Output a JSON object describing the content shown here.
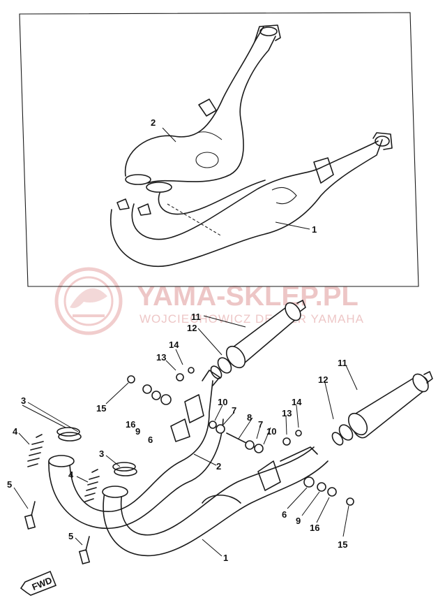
{
  "watermark": {
    "title": "YAMA-SKLEP.PL",
    "subtitle": "WOJCIECHOWICZ DEALER YAMAHA"
  },
  "fwd_label": "FWD",
  "callouts": [
    {
      "id": "c-2-top",
      "label": "2"
    },
    {
      "id": "c-1-top",
      "label": "1"
    },
    {
      "id": "c-11-a",
      "label": "11"
    },
    {
      "id": "c-12-a",
      "label": "12"
    },
    {
      "id": "c-14-a",
      "label": "14"
    },
    {
      "id": "c-13-a",
      "label": "13"
    },
    {
      "id": "c-15-a",
      "label": "15"
    },
    {
      "id": "c-16-a",
      "label": "16"
    },
    {
      "id": "c-9-a",
      "label": "9"
    },
    {
      "id": "c-6-a",
      "label": "6"
    },
    {
      "id": "c-10-a",
      "label": "10"
    },
    {
      "id": "c-7-a",
      "label": "7"
    },
    {
      "id": "c-8",
      "label": "8"
    },
    {
      "id": "c-7-b",
      "label": "7"
    },
    {
      "id": "c-10-b",
      "label": "10"
    },
    {
      "id": "c-13-b",
      "label": "13"
    },
    {
      "id": "c-14-b",
      "label": "14"
    },
    {
      "id": "c-12-b",
      "label": "12"
    },
    {
      "id": "c-11-b",
      "label": "11"
    },
    {
      "id": "c-3-a",
      "label": "3"
    },
    {
      "id": "c-4-a",
      "label": "4"
    },
    {
      "id": "c-5-a",
      "label": "5"
    },
    {
      "id": "c-3-b",
      "label": "3"
    },
    {
      "id": "c-4-b",
      "label": "4"
    },
    {
      "id": "c-5-b",
      "label": "5"
    },
    {
      "id": "c-2-bot",
      "label": "2"
    },
    {
      "id": "c-6-b",
      "label": "6"
    },
    {
      "id": "c-9-b",
      "label": "9"
    },
    {
      "id": "c-16-b",
      "label": "16"
    },
    {
      "id": "c-15-b",
      "label": "15"
    },
    {
      "id": "c-1-bot",
      "label": "1"
    }
  ]
}
